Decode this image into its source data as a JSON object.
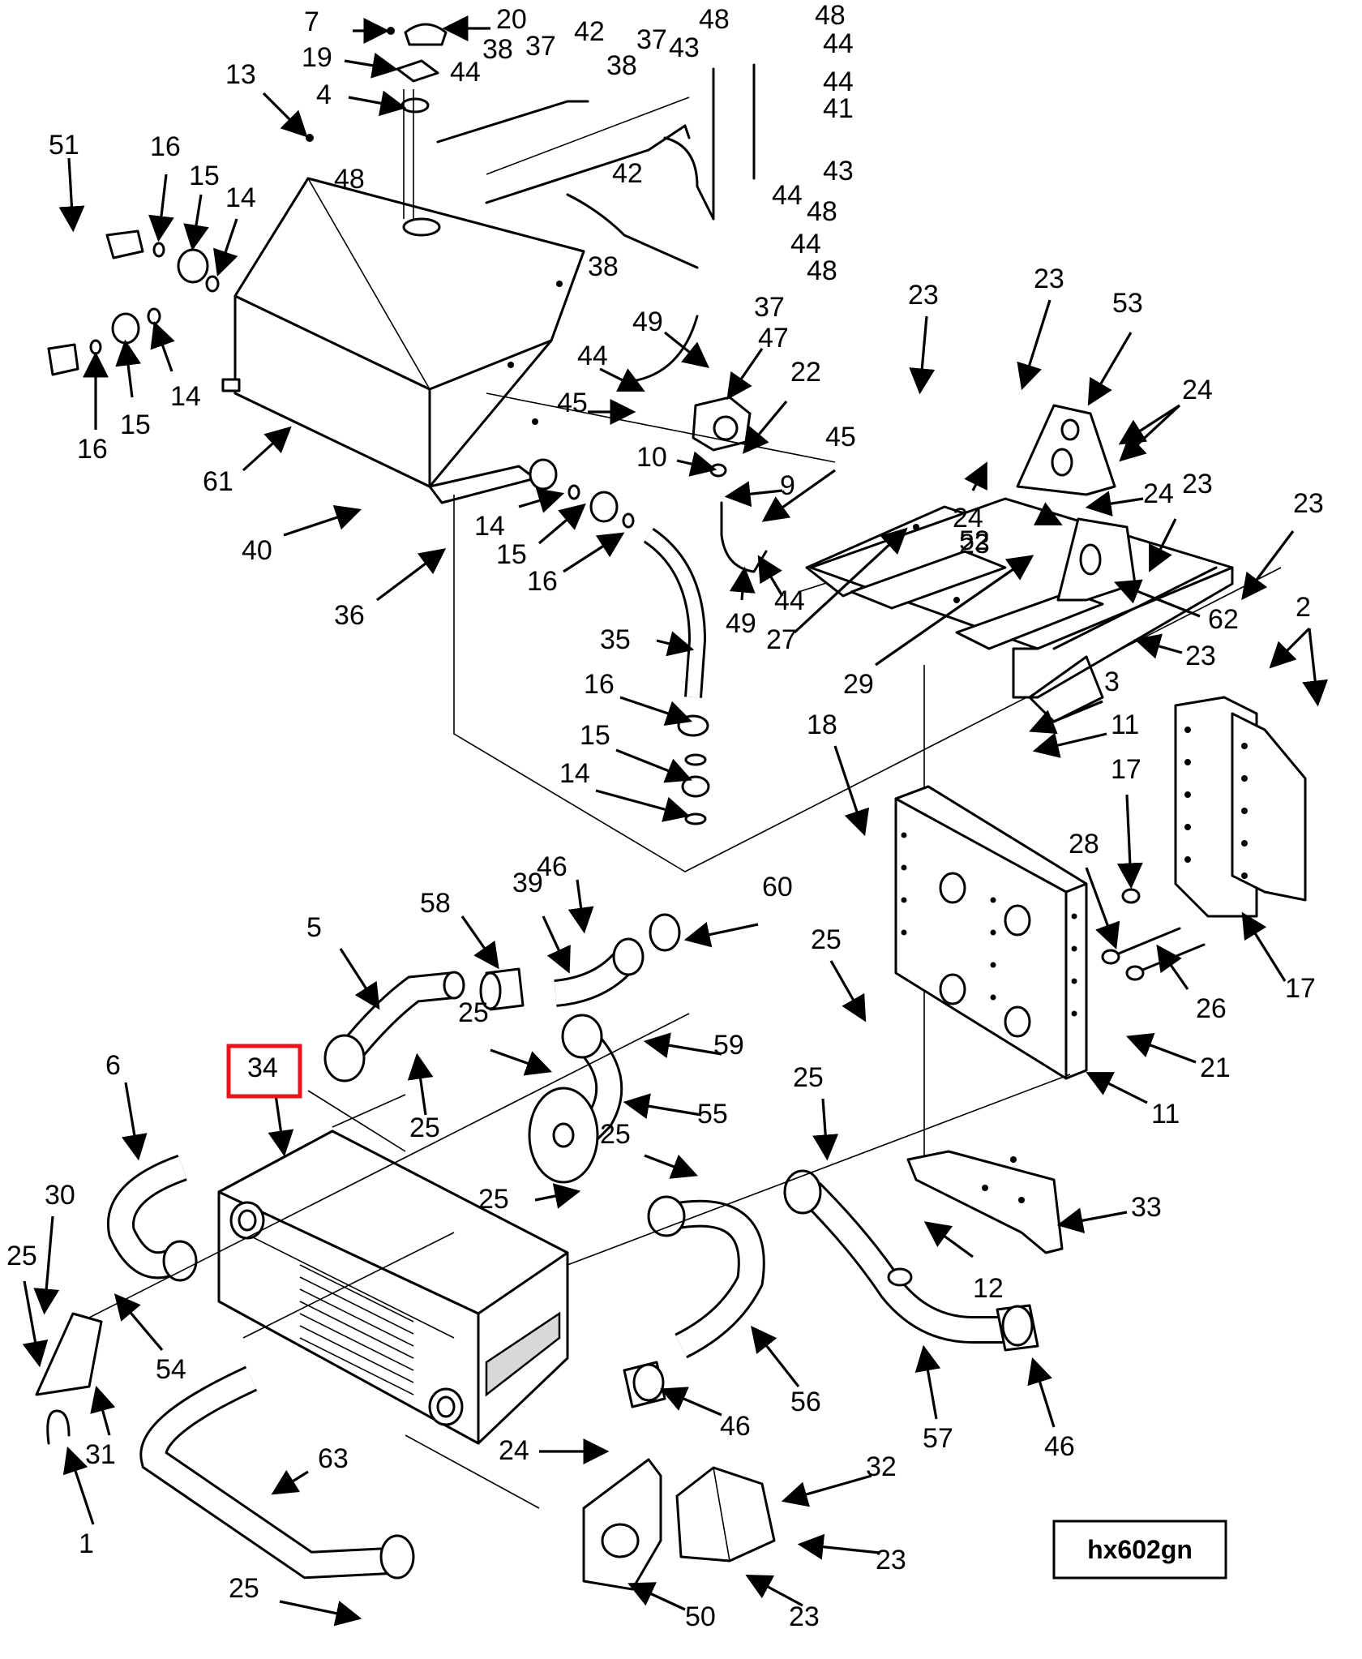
{
  "diagram": {
    "highlighted_callout": "34",
    "highlight_color": "#e8141c",
    "drawing_code": "hx602gn",
    "callouts": [
      "7",
      "20",
      "19",
      "4",
      "13",
      "48",
      "44",
      "38",
      "37",
      "42",
      "38",
      "37",
      "43",
      "48",
      "48",
      "44",
      "44",
      "41",
      "43",
      "44",
      "48",
      "44",
      "48",
      "38",
      "37",
      "42",
      "51",
      "16",
      "15",
      "14",
      "16",
      "15",
      "14",
      "61",
      "40",
      "36",
      "14",
      "15",
      "16",
      "35",
      "16",
      "15",
      "14",
      "49",
      "44",
      "45",
      "47",
      "22",
      "10",
      "9",
      "45",
      "44",
      "49",
      "27",
      "23",
      "23",
      "53",
      "24",
      "24",
      "23",
      "23",
      "24",
      "23",
      "52",
      "62",
      "23",
      "29",
      "2",
      "3",
      "11",
      "18",
      "17",
      "28",
      "17",
      "26",
      "21",
      "11",
      "25",
      "46",
      "58",
      "39",
      "60",
      "5",
      "25",
      "25",
      "59",
      "34",
      "25",
      "55",
      "6",
      "30",
      "25",
      "54",
      "31",
      "1",
      "25",
      "56",
      "46",
      "25",
      "12",
      "33",
      "57",
      "46",
      "24",
      "32",
      "23",
      "50",
      "23",
      "63",
      "25"
    ]
  }
}
